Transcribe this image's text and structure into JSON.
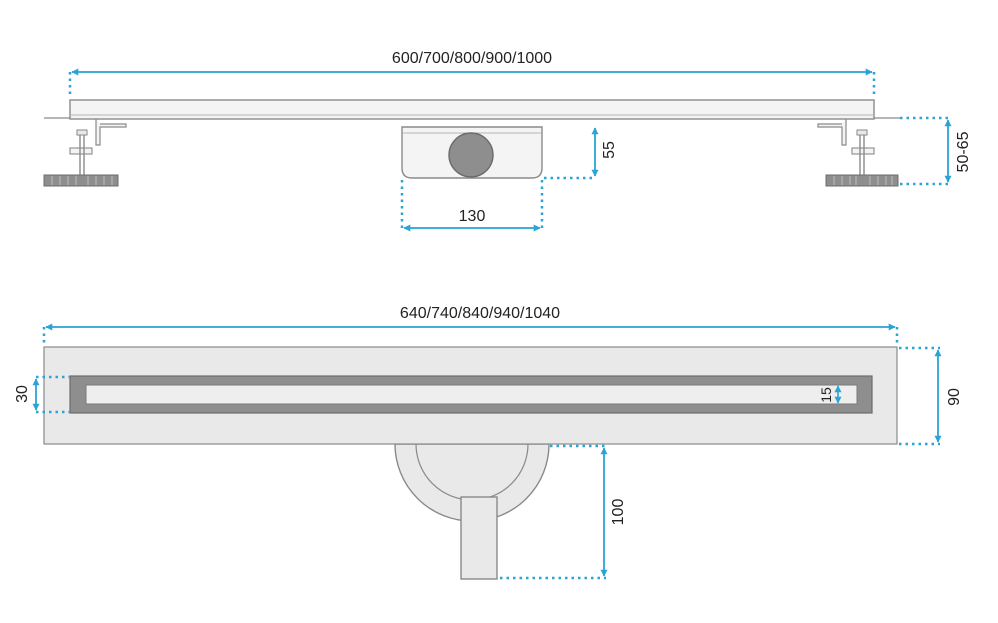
{
  "colors": {
    "dimension": "#2aa3d6",
    "outline": "#8a8a8a",
    "fill_light": "#f4f4f4",
    "fill_mid": "#e9e9e9",
    "fill_dark": "#8e8e8e",
    "text": "#222222"
  },
  "top_view": {
    "length_label": "600/700/800/900/1000",
    "outlet_height_label": "55",
    "outlet_width_label": "130",
    "adjust_height_label": "50-65"
  },
  "bottom_view": {
    "length_label": "640/740/840/940/1040",
    "channel_height_label": "30",
    "slot_height_label": "15",
    "total_height_label": "90",
    "pipe_depth_label": "100"
  }
}
